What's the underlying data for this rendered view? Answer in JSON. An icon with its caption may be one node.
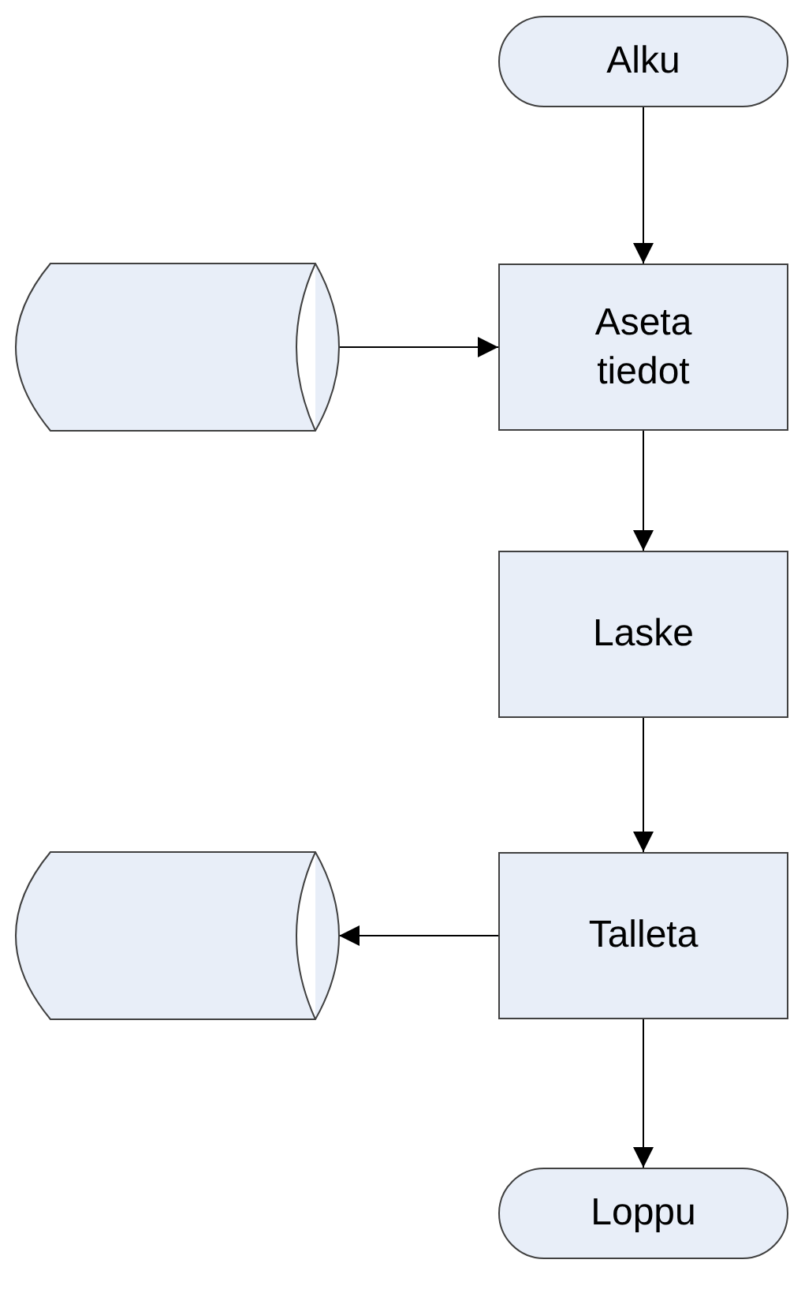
{
  "diagram": {
    "nodes": [
      {
        "text": [
          "Alku"
        ]
      },
      {
        "text": [],
        "shape": "cylinder"
      },
      {
        "text": [
          "Aseta tiedot"
        ]
      },
      {
        "text": [
          "Laske"
        ]
      },
      {
        "text": [],
        "shape": "cylinder"
      },
      {
        "text": [
          "Talleta"
        ]
      },
      {
        "text": [
          "Loppu"
        ]
      }
    ],
    "edges": [
      {
        "from": 0,
        "to": 2,
        "arrow": "to"
      },
      {
        "from": 1,
        "to": 2,
        "arrow": "to"
      },
      {
        "from": 2,
        "to": 3,
        "arrow": "to"
      },
      {
        "from": 3,
        "to": 5,
        "arrow": "to"
      },
      {
        "from": 5,
        "to": 4,
        "arrow": "to"
      },
      {
        "from": 5,
        "to": 6,
        "arrow": "to"
      }
    ]
  }
}
